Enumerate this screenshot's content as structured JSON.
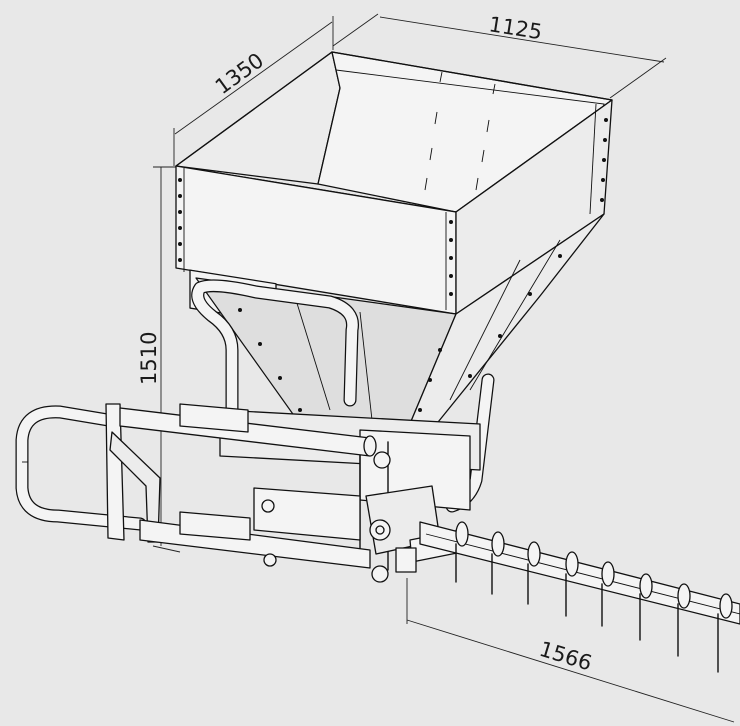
{
  "diagram": {
    "dimensions": [
      {
        "label": "1125"
      },
      {
        "label": "1350"
      },
      {
        "label": "1510"
      },
      {
        "label": "1566"
      }
    ]
  }
}
